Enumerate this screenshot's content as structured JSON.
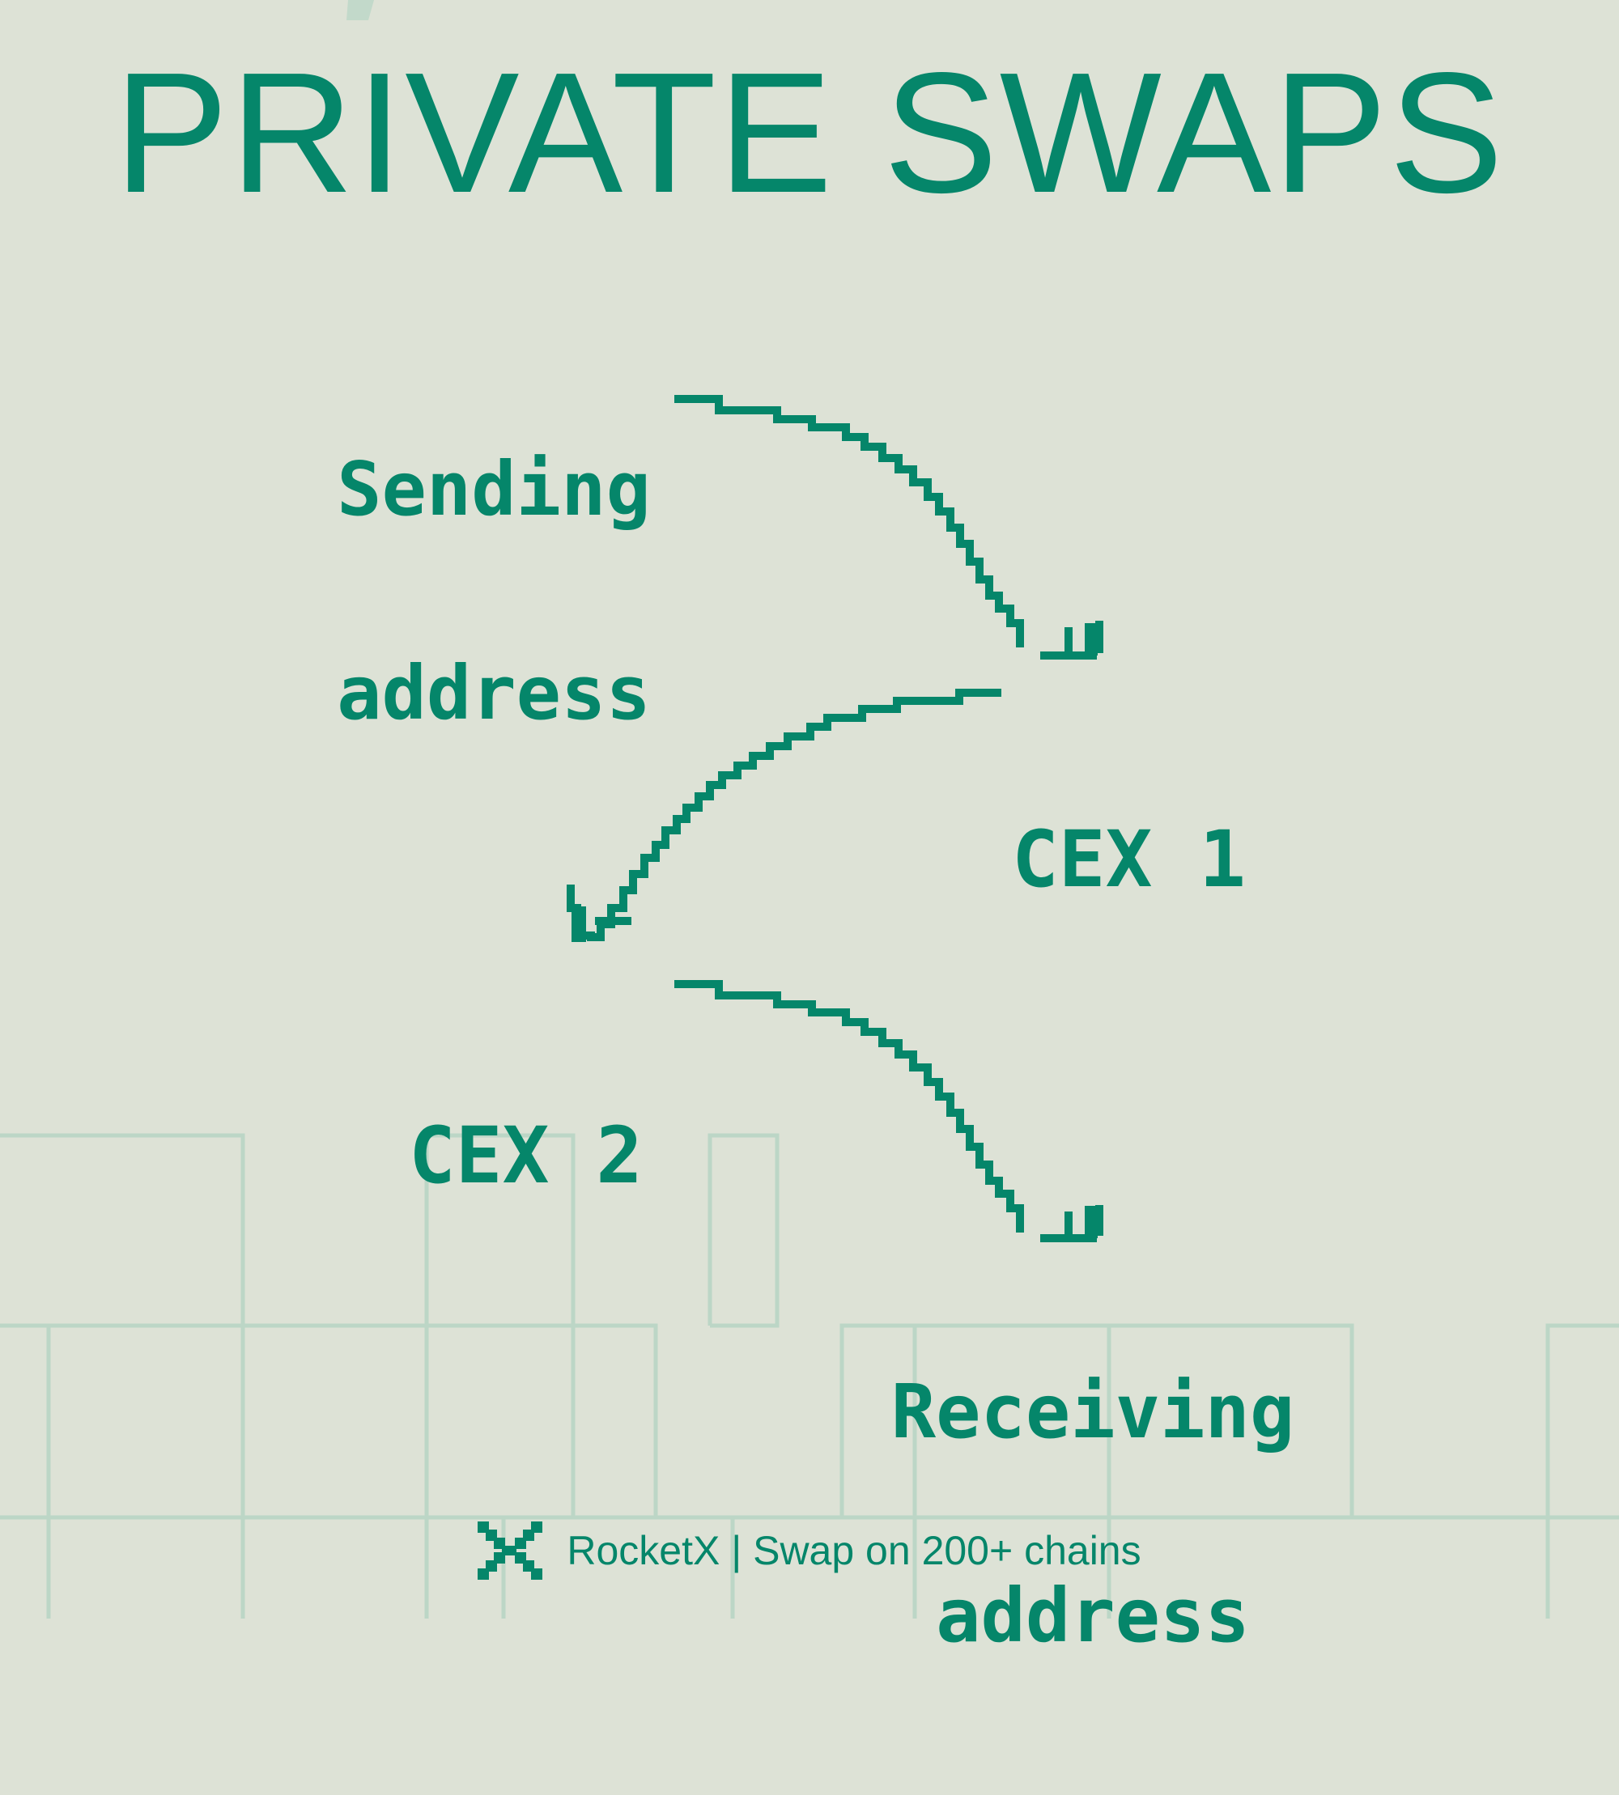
{
  "title": "PRIVATE SWAPS",
  "flow": {
    "nodes": [
      {
        "id": "sending",
        "lines": [
          "Sending",
          "address"
        ]
      },
      {
        "id": "cex1",
        "lines": [
          "CEX 1"
        ]
      },
      {
        "id": "cex2",
        "lines": [
          "CEX 2"
        ]
      },
      {
        "id": "receiving",
        "lines": [
          "Receiving",
          "address"
        ]
      }
    ],
    "edges": [
      {
        "from": "Sending address",
        "to": "CEX 1"
      },
      {
        "from": "CEX 1",
        "to": "CEX 2"
      },
      {
        "from": "CEX 2",
        "to": "Receiving address"
      }
    ]
  },
  "footer": {
    "logo_icon": "rocketx-logo-icon",
    "text": "RocketX | Swap on 200+ chains"
  },
  "colors": {
    "background": "#dde2d6",
    "accent": "#05866a",
    "grid": "#bcd6c6"
  }
}
